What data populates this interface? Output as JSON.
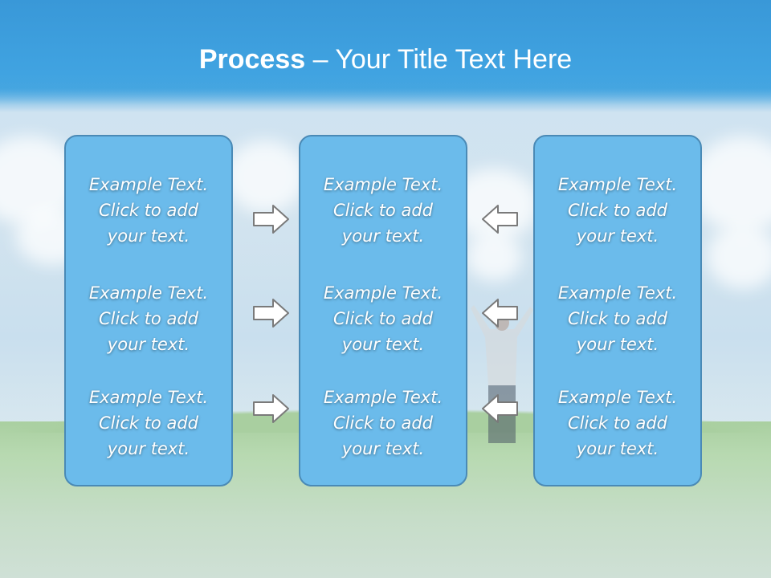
{
  "title": {
    "bold": "Process",
    "rest": " – Your Title Text Here"
  },
  "columns": [
    {
      "items": [
        {
          "line1": "Example Text.",
          "line2": "Click  to add",
          "line3": "your text."
        },
        {
          "line1": "Example Text.",
          "line2": "Click  to add",
          "line3": "your text."
        },
        {
          "line1": "Example Text.",
          "line2": "Click  to add",
          "line3": "your text."
        }
      ]
    },
    {
      "items": [
        {
          "line1": "Example Text.",
          "line2": "Click  to add",
          "line3": "your text."
        },
        {
          "line1": "Example Text.",
          "line2": "Click  to add",
          "line3": "your text."
        },
        {
          "line1": "Example Text.",
          "line2": "Click  to add",
          "line3": "your text."
        }
      ]
    },
    {
      "items": [
        {
          "line1": "Example Text.",
          "line2": "Click  to add",
          "line3": "your text."
        },
        {
          "line1": "Example Text.",
          "line2": "Click  to add",
          "line3": "your text."
        },
        {
          "line1": "Example Text.",
          "line2": "Click  to add",
          "line3": "your text."
        }
      ]
    }
  ],
  "arrows": {
    "left_group": "arrow-right-icon",
    "right_group": "arrow-left-icon"
  },
  "colors": {
    "header": "#3998d8",
    "box_fill": "#6bbbeb",
    "box_border": "#4a8ab6",
    "text": "#ffffff"
  }
}
